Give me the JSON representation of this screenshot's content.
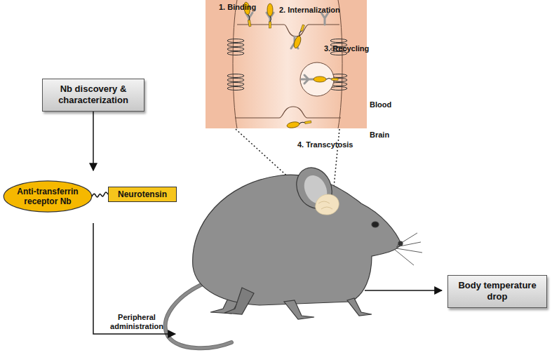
{
  "diagram": {
    "nodes": [
      {
        "text": [
          "Nb discovery & characterization"
        ]
      },
      {
        "text": [
          "Anti-transferrin receptor Nb"
        ]
      },
      {
        "text": [
          "Neurotensin"
        ]
      },
      {
        "text": [
          "Body temperature drop"
        ]
      }
    ],
    "edges": [
      {
        "from": 0,
        "to": 1,
        "arrow": "to"
      },
      {
        "from": 1,
        "to": 2,
        "arrow": "none"
      }
    ],
    "labels": [
      "1. Binding",
      "2. Internalization",
      "3. Recycling",
      "4. Transcytosis",
      "Blood",
      "Brain",
      "Peripheral administration"
    ]
  }
}
